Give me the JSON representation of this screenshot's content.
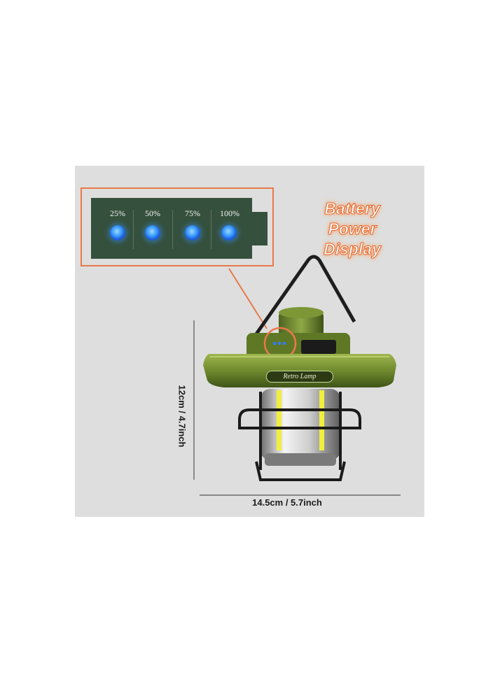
{
  "battery_display": {
    "levels": [
      "25%",
      "50%",
      "75%",
      "100%"
    ],
    "indicator_color": "#3a9cff",
    "callout": {
      "line1": "Battery",
      "line2": "Power",
      "line3": "Display"
    }
  },
  "lamp": {
    "badge_text": "Retro Lamp",
    "body_color": "#6f8a2e",
    "height_label": "12cm / 4.7inch",
    "width_label": "14.5cm / 5.7inch"
  },
  "colors": {
    "panel": "#dedede",
    "highlight_box": "#e8794a",
    "battery_body": "#35503c"
  }
}
